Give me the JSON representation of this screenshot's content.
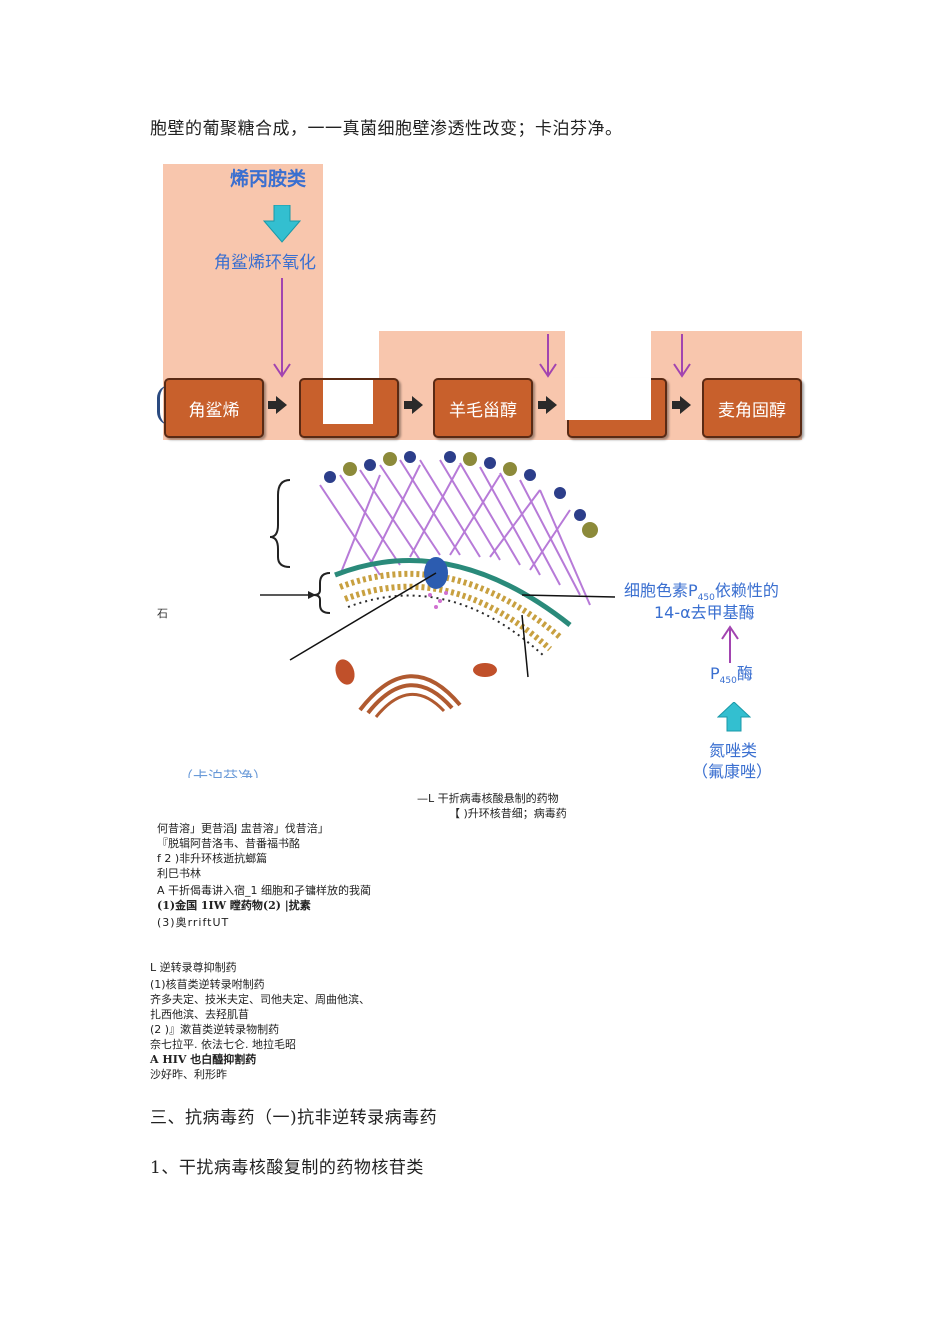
{
  "top_line": "胞壁的葡聚糖合成，一一真菌细胞壁渗透性改变；卡泊芬净。",
  "diagram": {
    "label_allylamine": "烯丙胺类",
    "label_squalene_epox": "角鲨烯环氧化",
    "boxes": [
      "角鲨烯",
      "羊毛甾醇",
      "麦角固醇"
    ],
    "label_p450_enzyme_1": "细胞色素P",
    "label_p450_sub": "450",
    "label_p450_enzyme_2": "依赖性的",
    "label_demethylase": "14-α去甲基酶",
    "label_p450": "P",
    "label_p450_sub2": "450",
    "label_p450_tail": "酶",
    "label_azoles": "氮唑类",
    "label_fluconazole": "（氟康唑）",
    "label_caspofungin_partial": "（卡泊芬净）",
    "stray_mark": "石"
  },
  "right_block": {
    "line1": "—L 干折病毒核酸悬制的药物",
    "line2": "【 )升环核昔细；病毒药"
  },
  "left_block": [
    "何昔溶」更昔滔J 盅昔溶」伐昔涪」",
    "『脱辑阿昔洛韦、昔番福书酩",
    "f 2 )非升环核逝抗螂篇",
    "利巳书林",
    "A 干折偈毒讲入宿_1 细胞和孑镛样放的我蔺",
    "(1)金国 1IW 瞠药物(2) |扰素",
    "(3)奥rriftUT"
  ],
  "reverse_block": [
    "L 逆转录尊抑制药",
    "(1)核苜类逆转录咐制药",
    "齐多夫定、技米夫定、司他夫定、周曲他滨、",
    "扎西他滨、去羟肌苜",
    "(2 )』漱苜类逆转录物制药",
    "奈七拉平. 依法七仑. 地拉毛昭",
    "A HIV 也白醯抑割药",
    "沙好昨、利形昨"
  ],
  "heading_1": "三、抗病毒药（一)抗非逆转录病毒药",
  "heading_2": "1、干扰病毒核酸复制的药物核苷类"
}
